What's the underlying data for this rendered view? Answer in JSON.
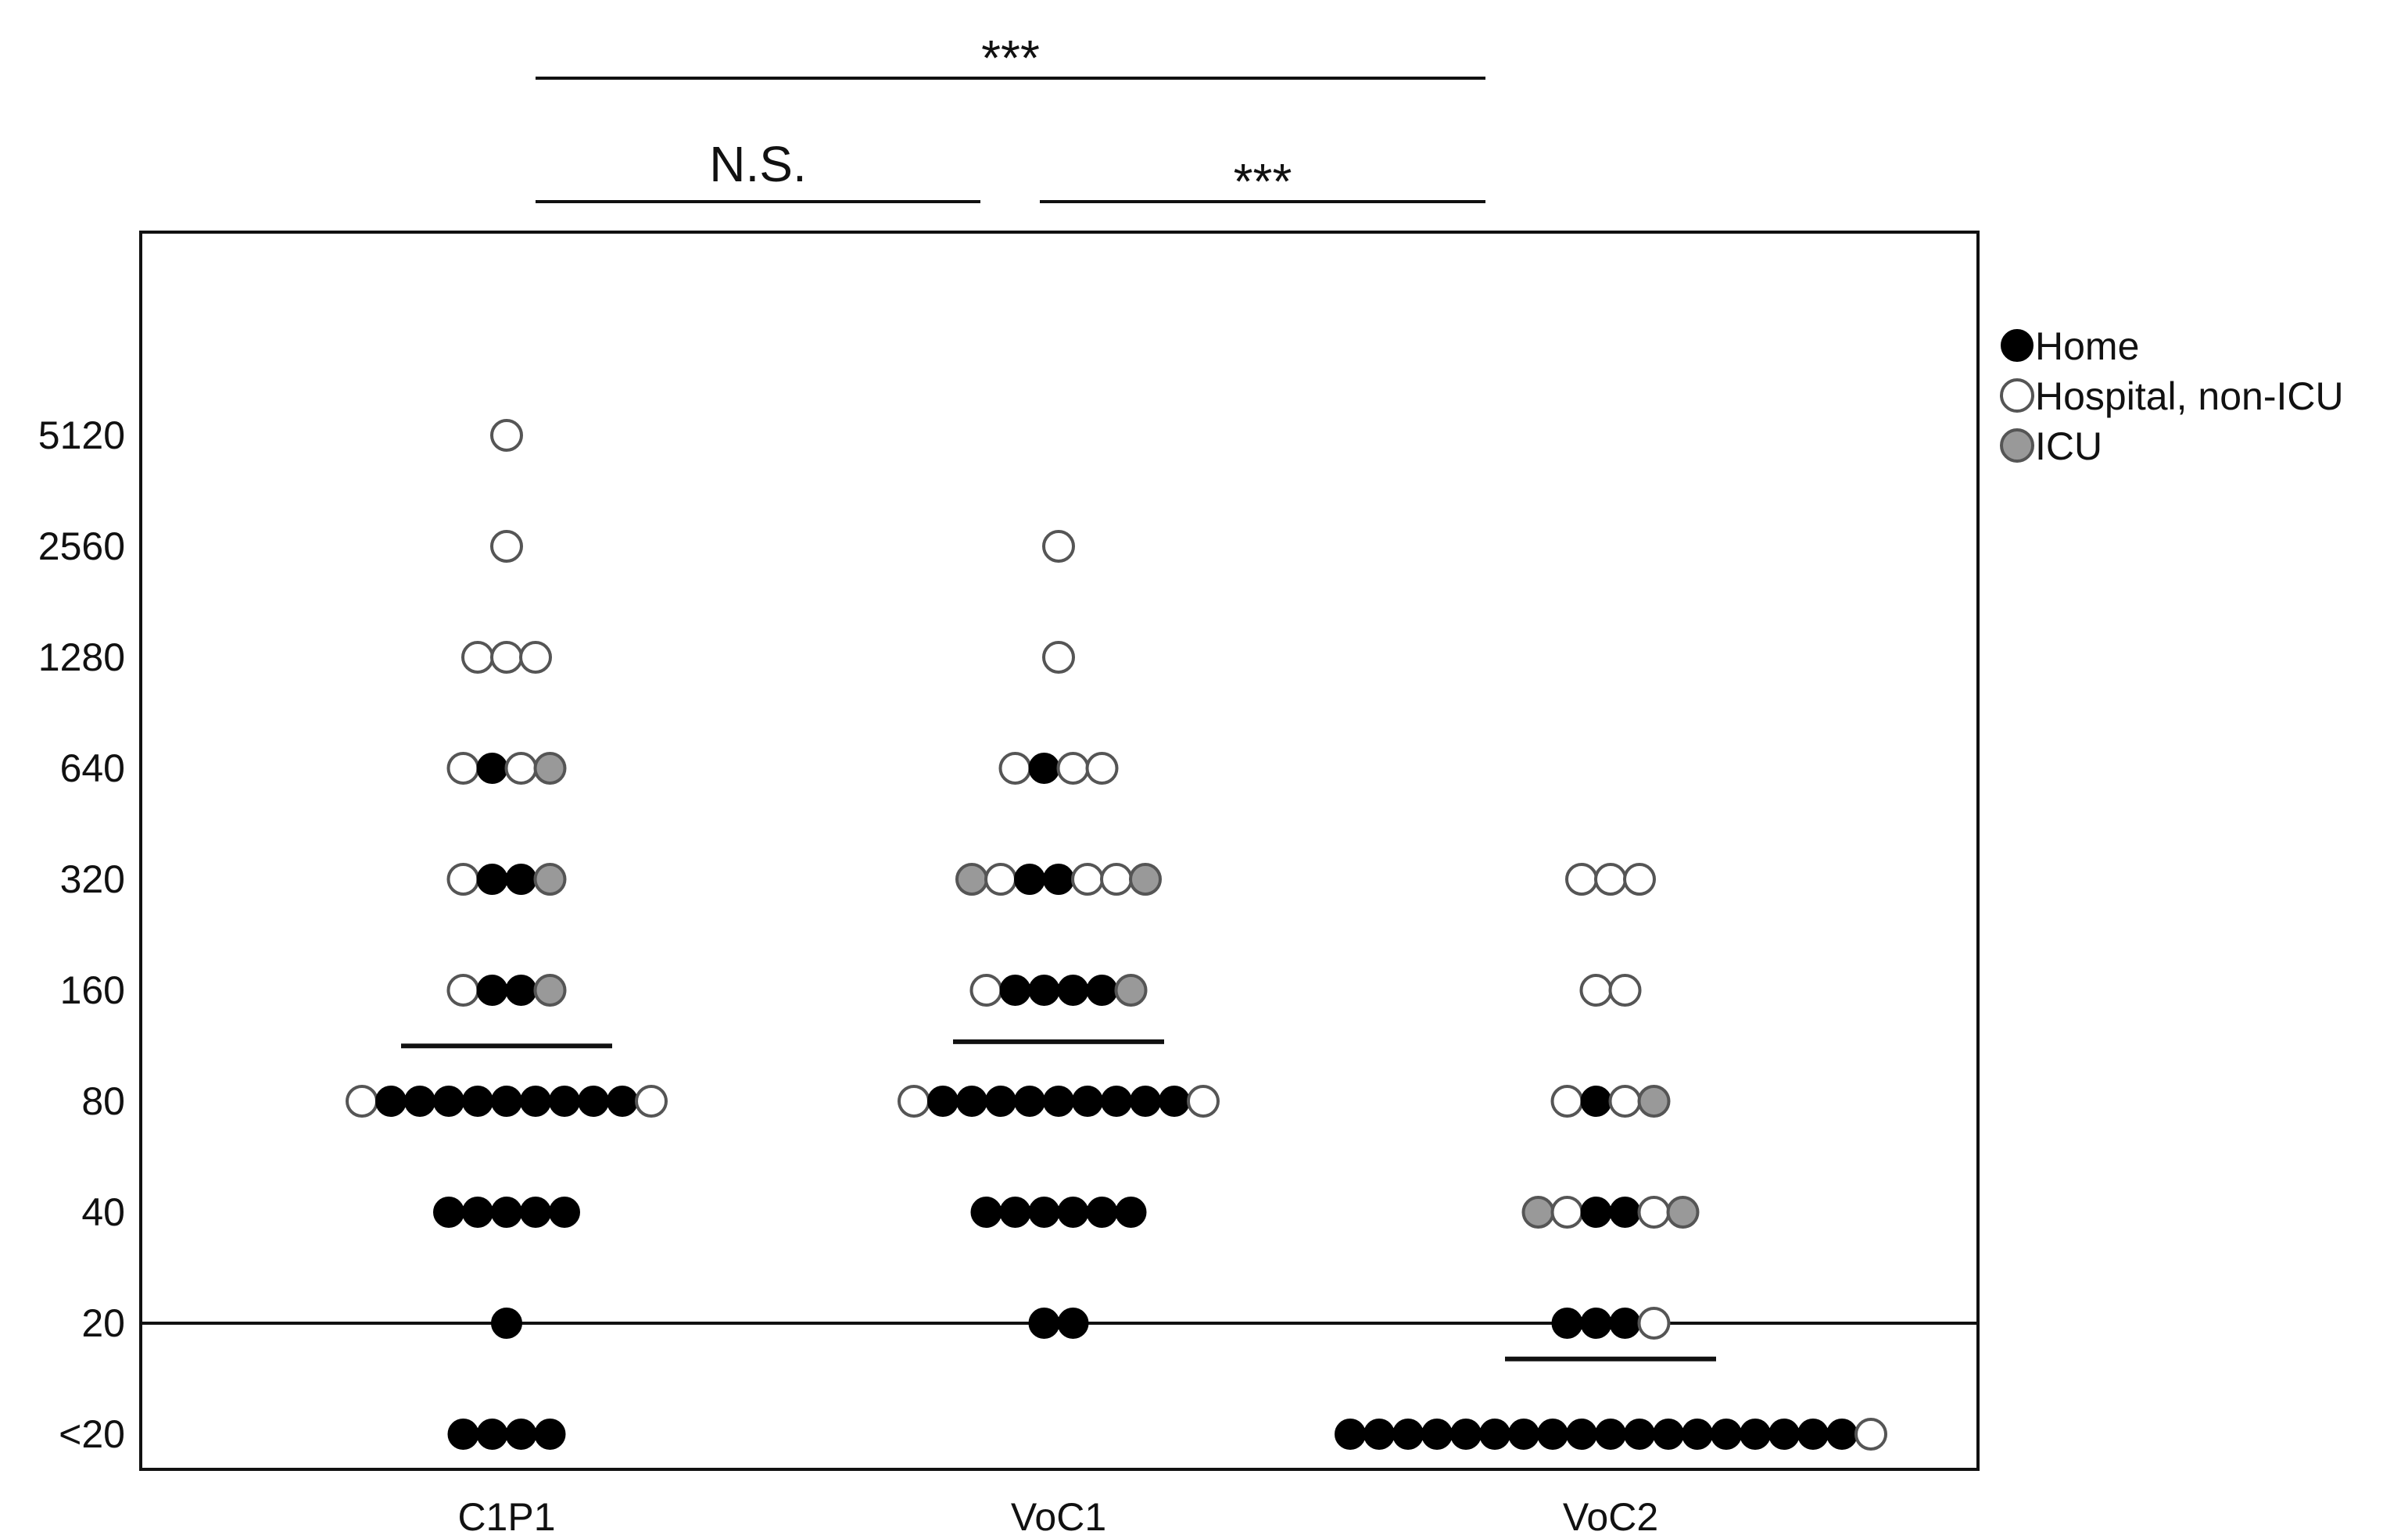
{
  "chart_data": {
    "type": "scatter",
    "y_scale": "log2",
    "y_ticks": [
      "<20",
      "20",
      "40",
      "80",
      "160",
      "320",
      "640",
      "1280",
      "2560",
      "5120"
    ],
    "categories": [
      "C1P1",
      "VoC1",
      "VoC2"
    ],
    "legend": {
      "placement": "right",
      "items": [
        {
          "key": "home",
          "label": "Home",
          "color": "#000000"
        },
        {
          "key": "hospital",
          "label": "Hospital, non-ICU",
          "color": "#ffffff"
        },
        {
          "key": "icu",
          "label": "ICU",
          "color": "#999999"
        }
      ]
    },
    "threshold_line": "20",
    "groups": [
      {
        "category": "C1P1",
        "median": 113,
        "rows": {
          "<20": [
            "home",
            "home",
            "home",
            "home"
          ],
          "20": [
            "home"
          ],
          "40": [
            "home",
            "home",
            "home",
            "home",
            "home"
          ],
          "80": [
            "hospital",
            "home",
            "home",
            "home",
            "home",
            "home",
            "home",
            "home",
            "home",
            "home",
            "hospital"
          ],
          "160": [
            "hospital",
            "home",
            "home",
            "icu"
          ],
          "320": [
            "hospital",
            "home",
            "home",
            "icu"
          ],
          "640": [
            "hospital",
            "home",
            "hospital",
            "icu"
          ],
          "1280": [
            "hospital",
            "hospital",
            "hospital"
          ],
          "2560": [
            "hospital"
          ],
          "5120": [
            "hospital"
          ]
        }
      },
      {
        "category": "VoC1",
        "median": 116,
        "rows": {
          "<20": [],
          "20": [
            "home",
            "home"
          ],
          "40": [
            "home",
            "home",
            "home",
            "home",
            "home",
            "home"
          ],
          "80": [
            "hospital",
            "home",
            "home",
            "home",
            "home",
            "home",
            "home",
            "home",
            "home",
            "home",
            "hospital"
          ],
          "160": [
            "hospital",
            "home",
            "home",
            "home",
            "home",
            "icu"
          ],
          "320": [
            "icu",
            "hospital",
            "home",
            "home",
            "hospital",
            "hospital",
            "icu"
          ],
          "640": [
            "hospital",
            "home",
            "hospital",
            "hospital"
          ],
          "1280": [
            "hospital"
          ],
          "2560": [
            "hospital"
          ],
          "5120": []
        }
      },
      {
        "category": "VoC2",
        "median": 16,
        "rows": {
          "<20": [
            "home",
            "home",
            "home",
            "home",
            "home",
            "home",
            "home",
            "home",
            "home",
            "home",
            "home",
            "home",
            "home",
            "home",
            "home",
            "home",
            "home",
            "home",
            "hospital"
          ],
          "20": [
            "home",
            "home",
            "home",
            "hospital"
          ],
          "40": [
            "icu",
            "hospital",
            "home",
            "home",
            "hospital",
            "icu"
          ],
          "80": [
            "hospital",
            "home",
            "hospital",
            "icu"
          ],
          "160": [
            "hospital",
            "hospital"
          ],
          "320": [
            "hospital",
            "hospital",
            "hospital"
          ],
          "640": [],
          "1280": [],
          "2560": [],
          "5120": []
        }
      }
    ],
    "significance": [
      {
        "from": "C1P1",
        "to": "VoC2",
        "label": "***",
        "level": 2
      },
      {
        "from": "C1P1",
        "to": "VoC1",
        "label": "N.S.",
        "level": 1
      },
      {
        "from": "VoC1",
        "to": "VoC2",
        "label": "***",
        "level": 1
      }
    ],
    "colors": {
      "home": "#000000",
      "hospital": "#ffffff",
      "icu": "#999999",
      "outline": "#555555",
      "axis": "#111111"
    }
  }
}
